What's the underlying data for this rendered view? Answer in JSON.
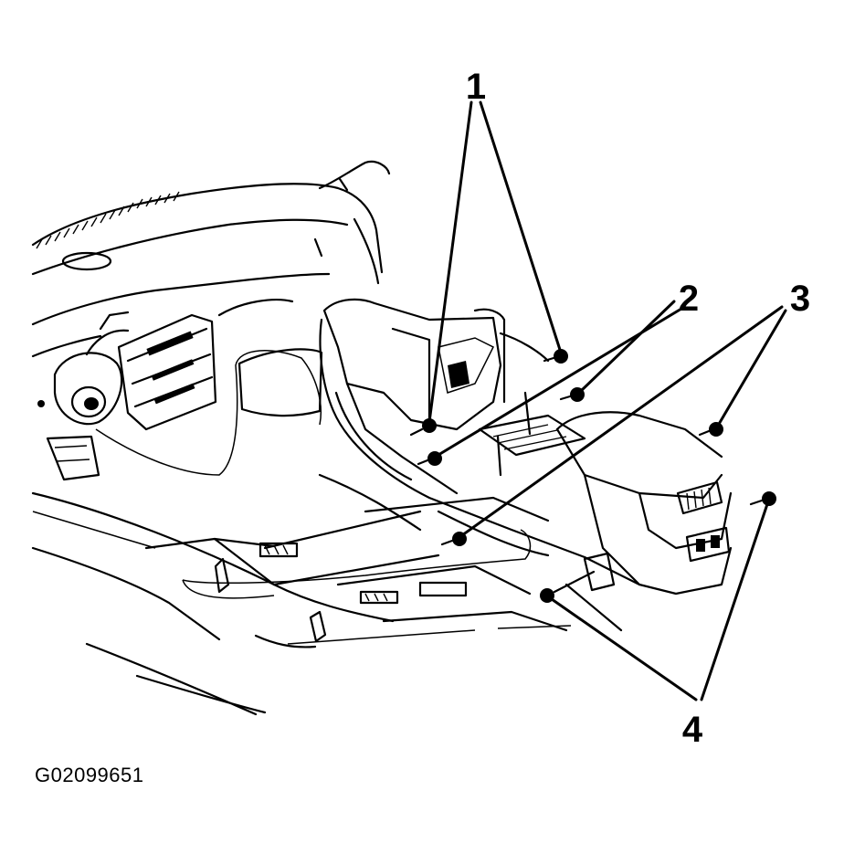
{
  "figure_id": "G02099651",
  "callouts": {
    "c1": "1",
    "c2": "2",
    "c3": "3",
    "c4": "4"
  },
  "line_color": "#000000",
  "background": "#ffffff"
}
